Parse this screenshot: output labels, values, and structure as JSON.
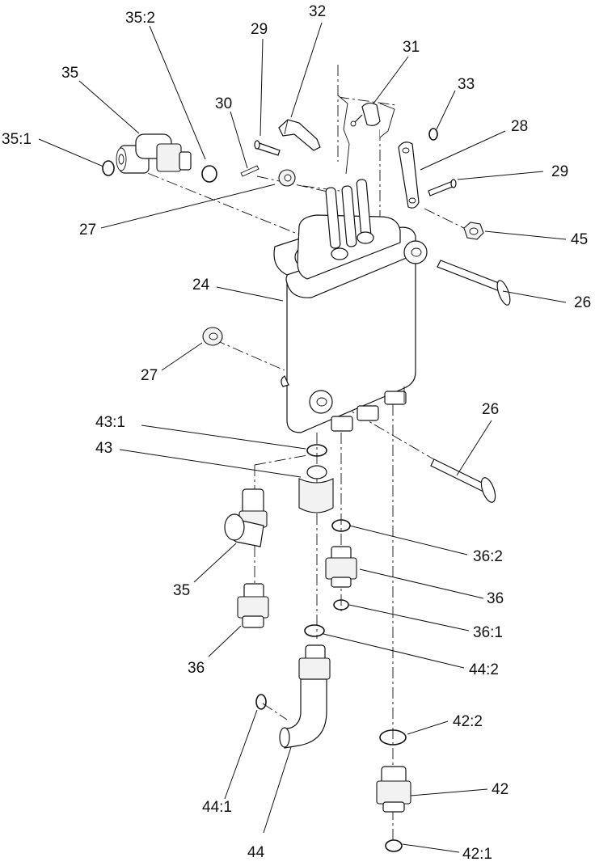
{
  "diagram": {
    "callouts": {
      "c35_1": "35:1",
      "c35": "35",
      "c35_2": "35:2",
      "c30": "30",
      "c29_top": "29",
      "c32": "32",
      "c31": "31",
      "c33": "33",
      "c28": "28",
      "c29_right": "29",
      "c45": "45",
      "c27_top": "27",
      "c24": "24",
      "c26_top": "26",
      "c27_mid": "27",
      "c26_mid": "26",
      "c43_1": "43:1",
      "c43": "43",
      "c35_low": "35",
      "c36_2": "36:2",
      "c36_right": "36",
      "c36_1": "36:1",
      "c36_left": "36",
      "c44_2": "44:2",
      "c42_2": "42:2",
      "c44_1": "44:1",
      "c42": "42",
      "c44": "44",
      "c42_1": "42:1"
    }
  }
}
